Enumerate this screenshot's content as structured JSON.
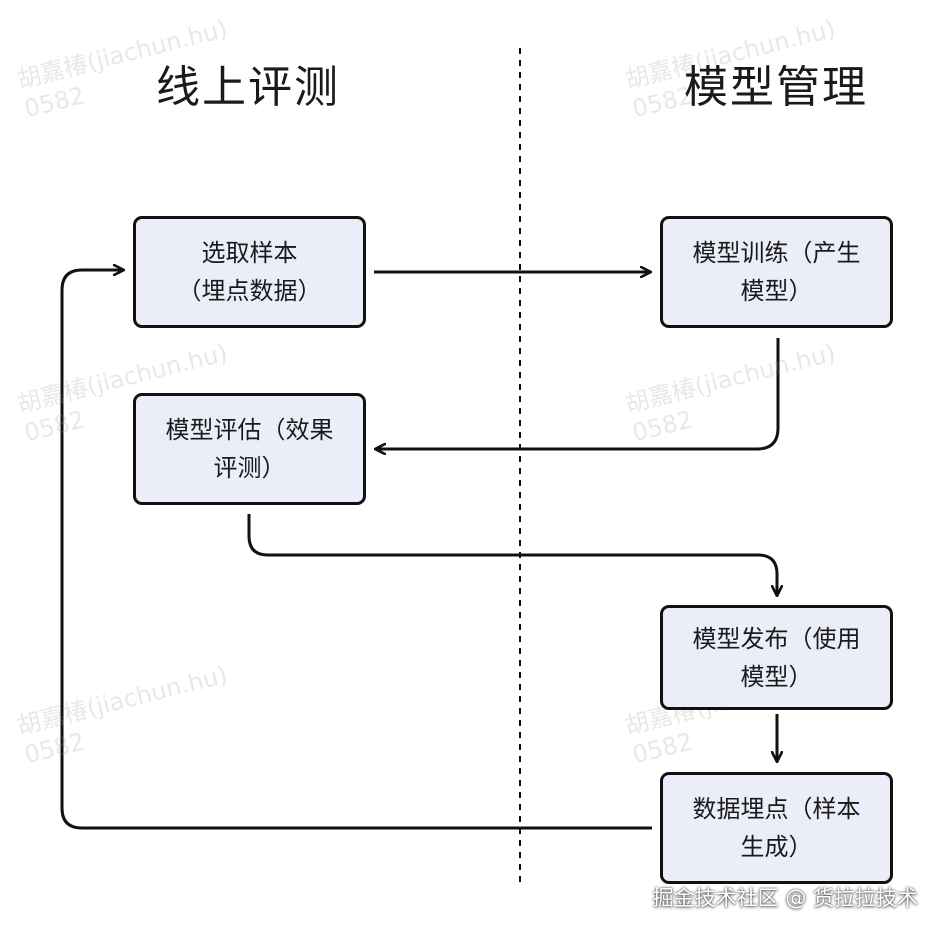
{
  "diagram": {
    "left_title": "线上评测",
    "right_title": "模型管理",
    "nodes": {
      "select_sample": "选取样本\n（埋点数据）",
      "model_training": "模型训练（产生\n模型）",
      "model_evaluation": "模型评估（效果\n评测）",
      "model_release": "模型发布（使用\n模型）",
      "data_tracking": "数据埋点（样本\n生成）"
    },
    "colors": {
      "node_fill": "#ebeef8",
      "stroke": "#111111"
    }
  },
  "watermark": {
    "name": "胡嘉椿(jiachun.hu)",
    "id": "0582"
  },
  "footer": {
    "credit": "掘金技术社区 @ 货拉拉技术"
  }
}
